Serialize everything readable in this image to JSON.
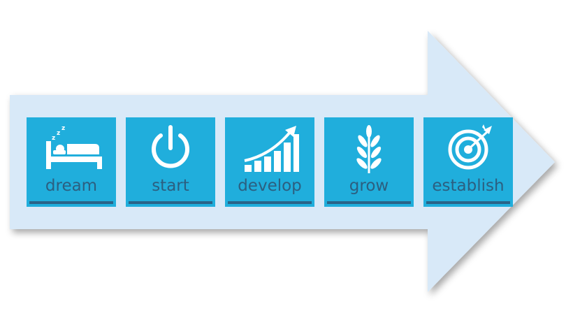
{
  "colors": {
    "arrow_fill": "#d8e9f8",
    "tile_fill": "#20aedc",
    "label_color": "#2c5f80",
    "bar_color": "#2a6488",
    "icon_color": "#ffffff"
  },
  "steps": [
    {
      "label": "dream",
      "icon": "sleeping-bed-icon"
    },
    {
      "label": "start",
      "icon": "power-icon"
    },
    {
      "label": "develop",
      "icon": "growth-bars-icon"
    },
    {
      "label": "grow",
      "icon": "wheat-icon"
    },
    {
      "label": "establish",
      "icon": "target-icon"
    }
  ]
}
